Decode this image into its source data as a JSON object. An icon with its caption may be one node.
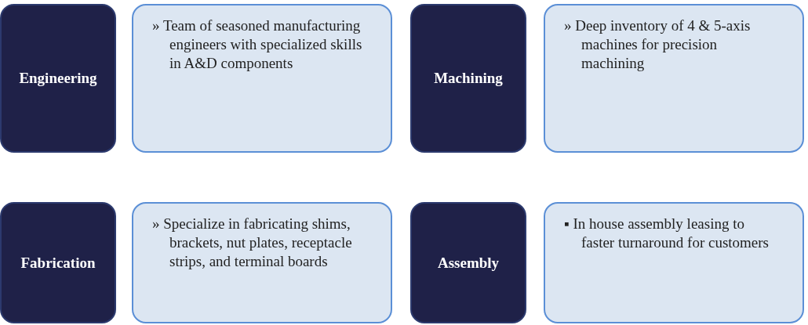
{
  "diagram": {
    "nodes": [
      {
        "text": [
          "Engineering"
        ]
      },
      {
        "text": [
          "» Team of seasoned manufacturing engineers with specialized skills in A&D components"
        ]
      },
      {
        "text": [
          "Machining"
        ]
      },
      {
        "text": [
          "» Deep inventory of 4 & 5-axis machines for precision machining"
        ]
      },
      {
        "text": [
          "Fabrication"
        ]
      },
      {
        "text": [
          "» Specialize in fabricating shims, brackets, nut plates, receptacle strips, and terminal boards"
        ]
      },
      {
        "text": [
          "Assembly"
        ]
      },
      {
        "text": [
          "▪ In house assembly leasing to faster turnaround for customers"
        ]
      }
    ]
  }
}
